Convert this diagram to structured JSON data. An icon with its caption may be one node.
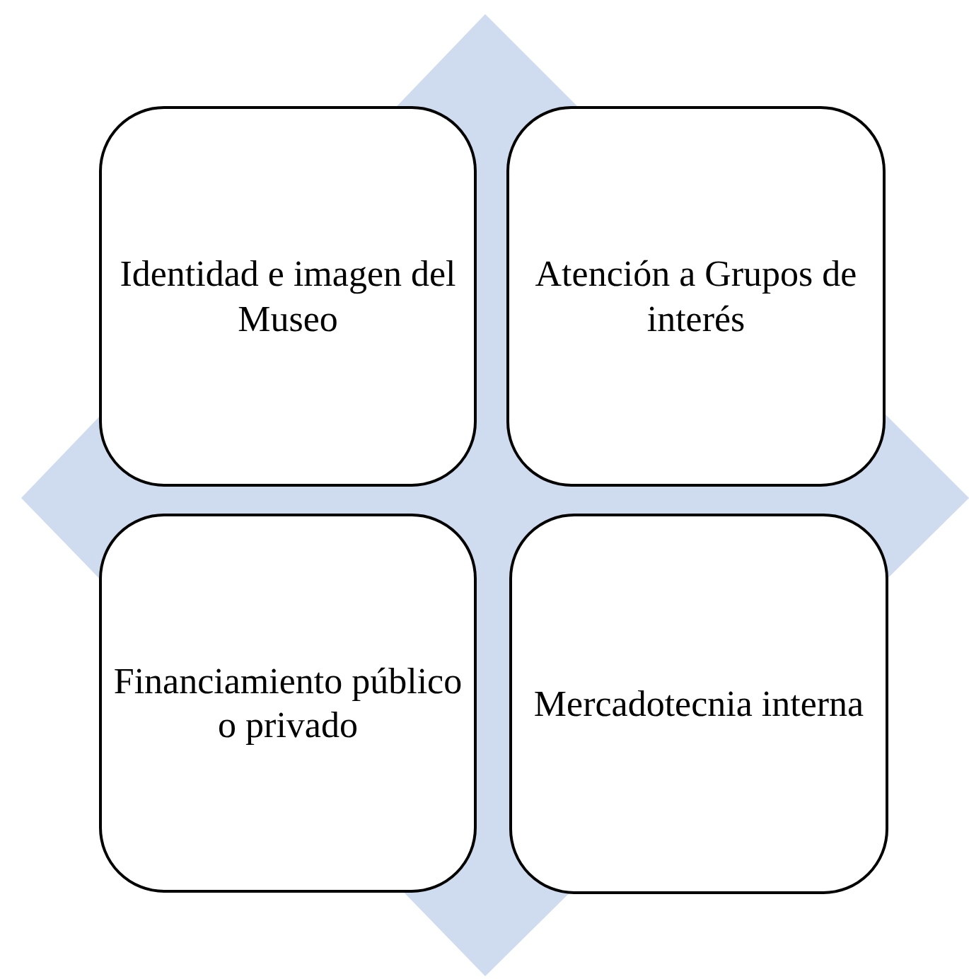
{
  "diagram": {
    "nodes": [
      {
        "text": [
          "Identidad e imagen del Museo"
        ]
      },
      {
        "text": [
          "Atención a Grupos de interés"
        ]
      },
      {
        "text": [
          "Financiamiento público o privado"
        ]
      },
      {
        "text": [
          "Mercadotecnia interna"
        ]
      }
    ]
  }
}
